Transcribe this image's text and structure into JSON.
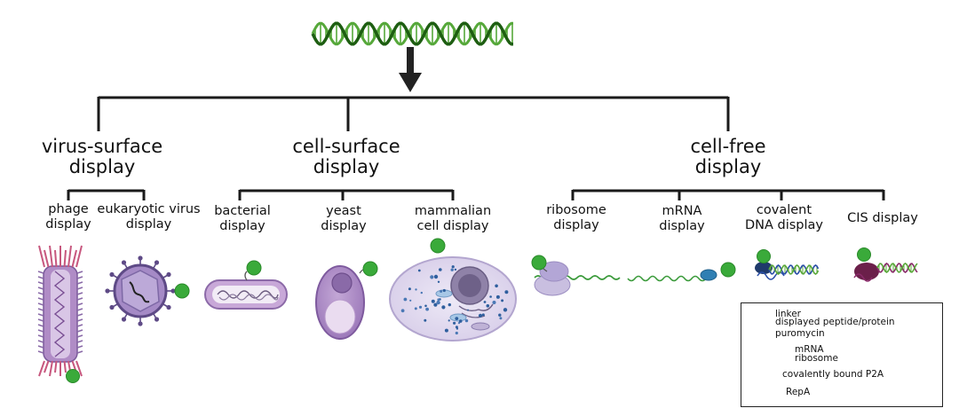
{
  "categories": {
    "virus": "virus-surface\ndisplay",
    "cell": "cell-surface\ndisplay",
    "cellfree": "cell-free\ndisplay"
  },
  "methods": {
    "phage": "phage\ndisplay",
    "eukaryotic_virus": "eukaryotic virus\ndisplay",
    "bacterial": "bacterial\ndisplay",
    "yeast": "yeast\ndisplay",
    "mammalian": "mammalian\ncell display",
    "ribosome": "ribosome\ndisplay",
    "mrna": "mRNA\ndisplay",
    "covalent": "covalent\nDNA display",
    "cis": "CIS display"
  },
  "legend": {
    "linker": "linker",
    "peptide": "displayed peptide/protein",
    "puromycin": "puromycin",
    "mrna": "mRNA",
    "ribosome": "ribosome",
    "p2a": "covalently bound P2A",
    "repa": "RepA"
  },
  "colors": {
    "tree": "#1a1a1a",
    "dna_dark": "#1e5e12",
    "dna_light": "#56a83a",
    "peptide": "#3aaa3a",
    "purple_light": "#c8b5da",
    "purple_mid": "#9c86bd",
    "purple_dark": "#5e4a86",
    "phage_pink": "#c7577e",
    "puromycin": "#2f7fb3",
    "p2a": "#1f3a6b",
    "repa": "#6b1f4a"
  }
}
